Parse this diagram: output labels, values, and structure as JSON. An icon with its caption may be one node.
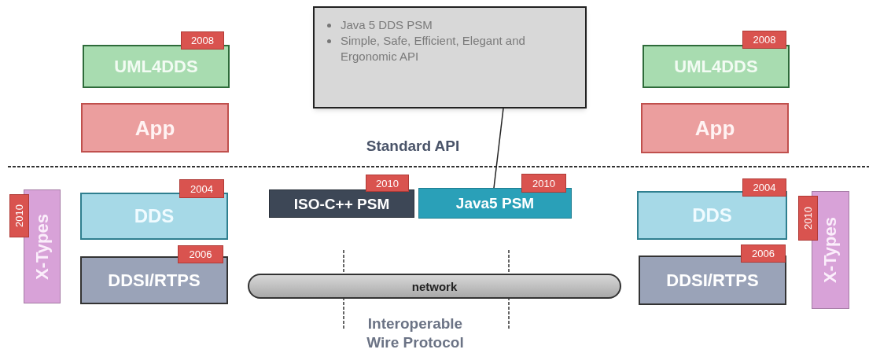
{
  "diagram": {
    "nodes": [
      {
        "text": [
          "Java 5 DDS PSM",
          "Simple, Safe, Efficient, Elegant and Ergonomic API"
        ]
      },
      {
        "text": [
          "2008"
        ]
      },
      {
        "text": [
          "UML4DDS"
        ]
      },
      {
        "text": [
          "2008"
        ]
      },
      {
        "text": [
          "UML4DDS"
        ]
      },
      {
        "text": [
          "App"
        ]
      },
      {
        "text": [
          "App"
        ]
      },
      {
        "text": [
          "2010"
        ]
      },
      {
        "text": [
          "X-Types"
        ]
      },
      {
        "text": [
          "2004"
        ]
      },
      {
        "text": [
          "DDS"
        ]
      },
      {
        "text": [
          "2010"
        ]
      },
      {
        "text": [
          "ISO-C++ PSM"
        ]
      },
      {
        "text": [
          "2010"
        ]
      },
      {
        "text": [
          "Java5 PSM"
        ]
      },
      {
        "text": [
          "2004"
        ]
      },
      {
        "text": [
          "DDS"
        ]
      },
      {
        "text": [
          "2010"
        ]
      },
      {
        "text": [
          "X-Types"
        ]
      },
      {
        "text": [
          "2006"
        ]
      },
      {
        "text": [
          "DDSI/RTPS"
        ]
      },
      {
        "text": [
          "network"
        ]
      },
      {
        "text": [
          "2006"
        ]
      },
      {
        "text": [
          "DDSI/RTPS"
        ]
      }
    ],
    "edges": [
      {
        "from": 0,
        "to": 14,
        "arrow": "none"
      }
    ],
    "labels": [
      "Standard API",
      "Interoperable Wire Protocol"
    ]
  }
}
